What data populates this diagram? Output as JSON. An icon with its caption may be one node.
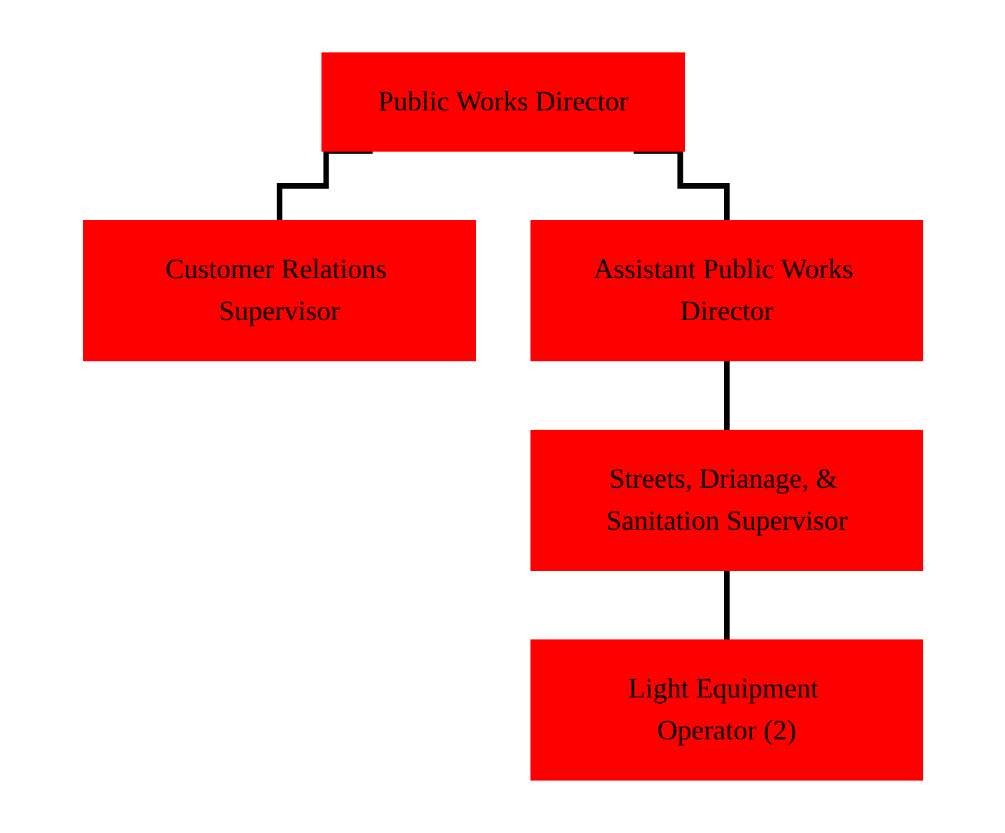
{
  "diagram": {
    "nodes": [
      {
        "text": [
          "Public Works Director"
        ]
      },
      {
        "text": [
          "Customer Relations Supervisor"
        ]
      },
      {
        "text": [
          "Assistant Public Works Director"
        ]
      },
      {
        "text": [
          "Streets, Drianage, & Sanitation Supervisor"
        ]
      },
      {
        "text": [
          "Light Equipment Operator (2)"
        ]
      }
    ],
    "edges": [
      {
        "from": 0,
        "to": 1,
        "arrow": "none"
      },
      {
        "from": 0,
        "to": 2,
        "arrow": "none"
      },
      {
        "from": 2,
        "to": 3,
        "arrow": "none"
      },
      {
        "from": 3,
        "to": 4,
        "arrow": "none"
      }
    ]
  }
}
